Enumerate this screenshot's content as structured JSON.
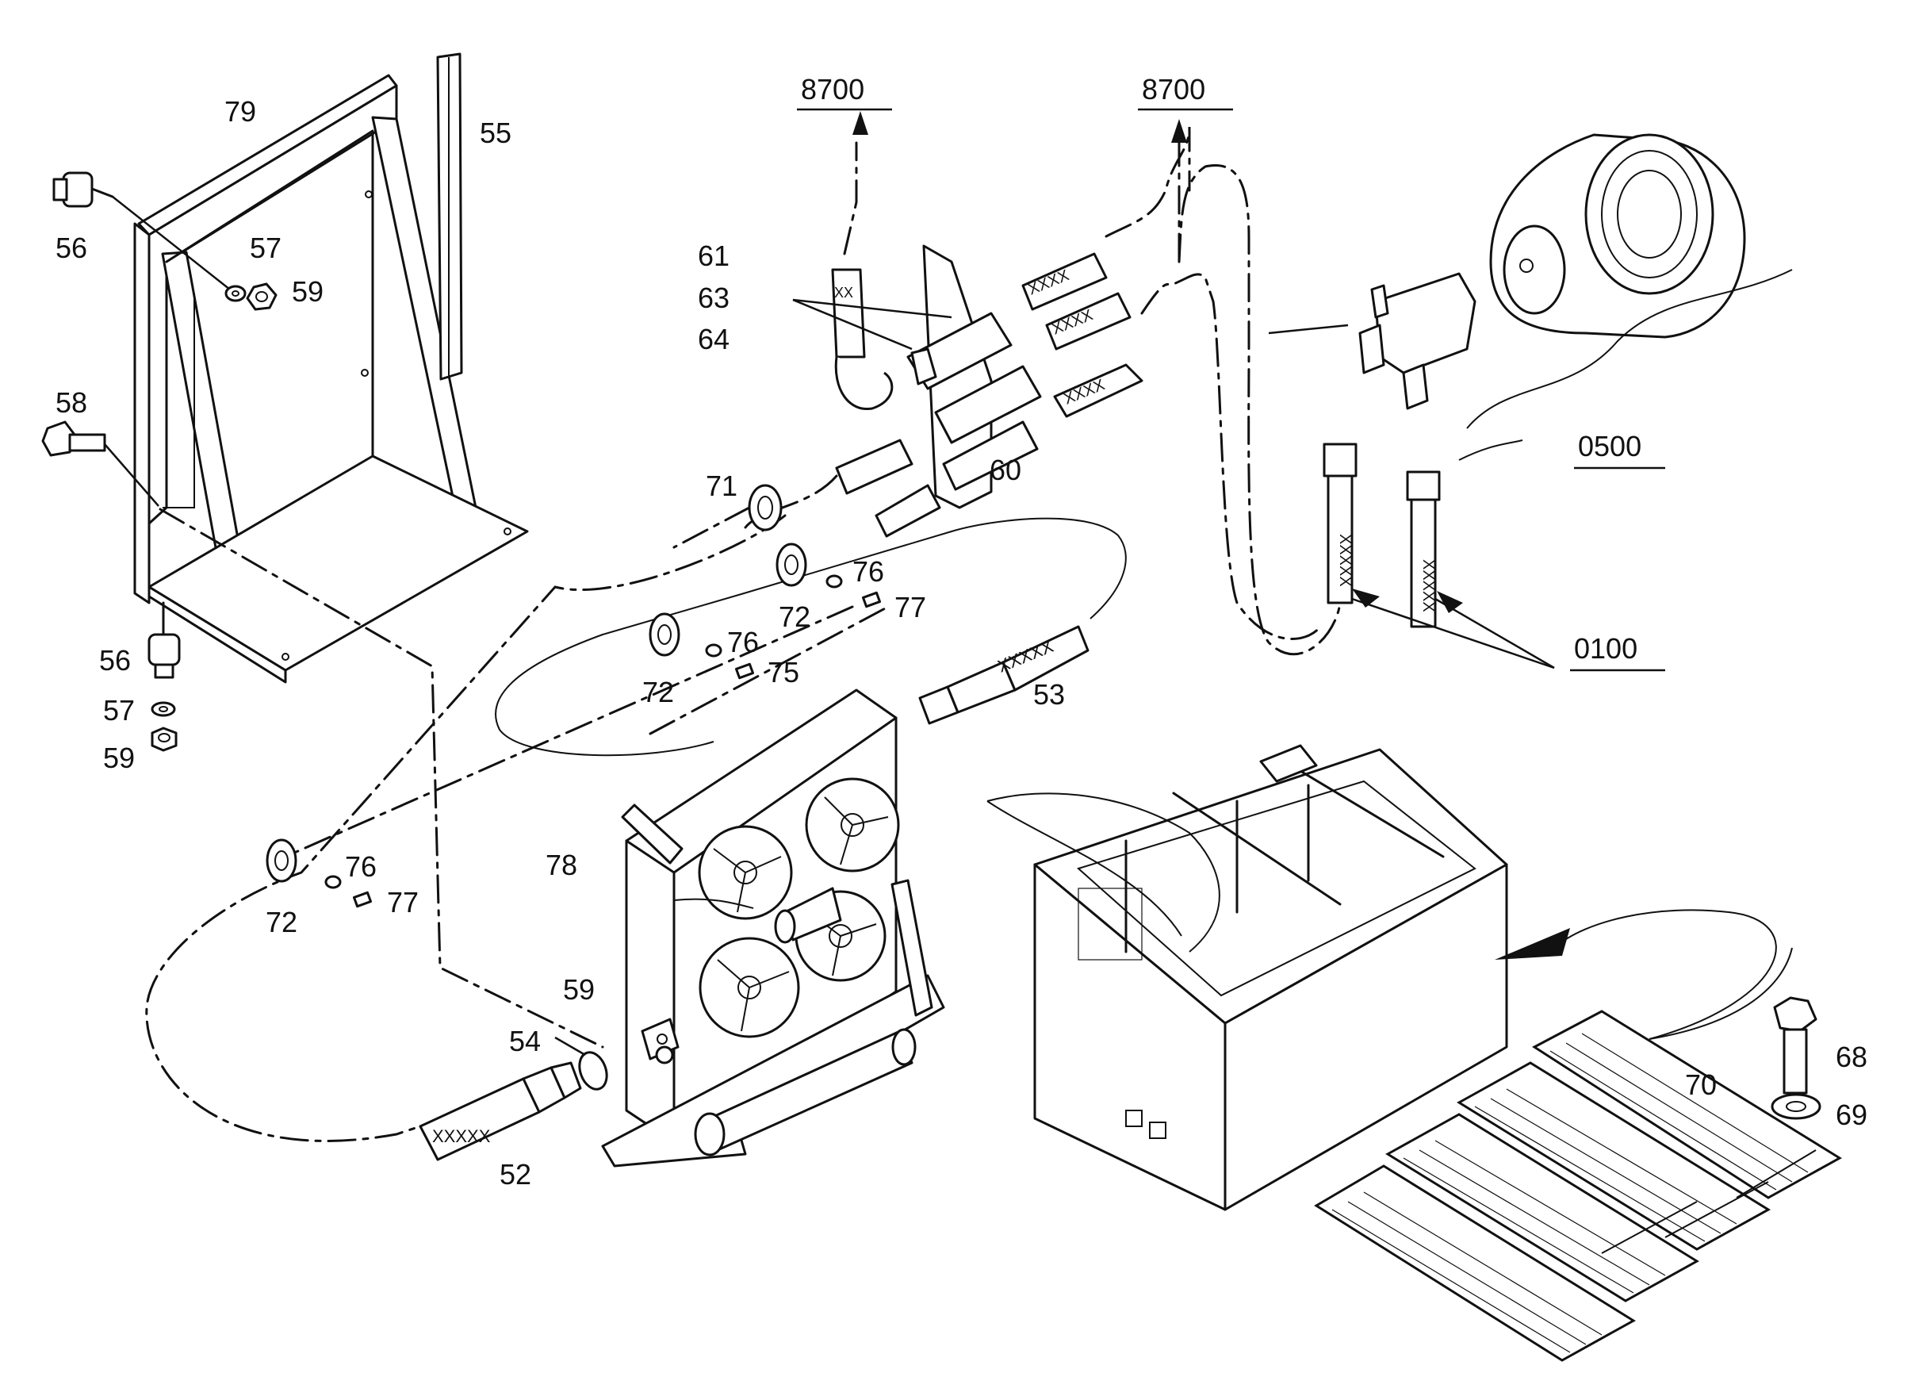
{
  "colors": {
    "ink": "#111111",
    "paper": "#ffffff"
  },
  "references": [
    {
      "id": "ref-8700-left",
      "text": "8700"
    },
    {
      "id": "ref-8700-right",
      "text": "8700"
    },
    {
      "id": "ref-0500",
      "text": "0500"
    },
    {
      "id": "ref-0100",
      "text": "0100"
    }
  ],
  "callouts": [
    {
      "id": "c79",
      "text": "79"
    },
    {
      "id": "c55",
      "text": "55"
    },
    {
      "id": "c56a",
      "text": "56"
    },
    {
      "id": "c57a",
      "text": "57"
    },
    {
      "id": "c59a",
      "text": "59"
    },
    {
      "id": "c58",
      "text": "58"
    },
    {
      "id": "c56b",
      "text": "56"
    },
    {
      "id": "c57b",
      "text": "57"
    },
    {
      "id": "c59b",
      "text": "59"
    },
    {
      "id": "c61",
      "text": "61"
    },
    {
      "id": "c63",
      "text": "63"
    },
    {
      "id": "c64",
      "text": "64"
    },
    {
      "id": "c60",
      "text": "60"
    },
    {
      "id": "c71",
      "text": "71"
    },
    {
      "id": "c76a",
      "text": "76"
    },
    {
      "id": "c72a",
      "text": "72"
    },
    {
      "id": "c77a",
      "text": "77"
    },
    {
      "id": "c72b",
      "text": "72"
    },
    {
      "id": "c76b",
      "text": "76"
    },
    {
      "id": "c75",
      "text": "75"
    },
    {
      "id": "c53",
      "text": "53"
    },
    {
      "id": "c78",
      "text": "78"
    },
    {
      "id": "c72c",
      "text": "72"
    },
    {
      "id": "c76c",
      "text": "76"
    },
    {
      "id": "c77b",
      "text": "77"
    },
    {
      "id": "c59c",
      "text": "59"
    },
    {
      "id": "c54",
      "text": "54"
    },
    {
      "id": "c52",
      "text": "52"
    },
    {
      "id": "c68",
      "text": "68"
    },
    {
      "id": "c70",
      "text": "70"
    },
    {
      "id": "c69",
      "text": "69"
    }
  ]
}
